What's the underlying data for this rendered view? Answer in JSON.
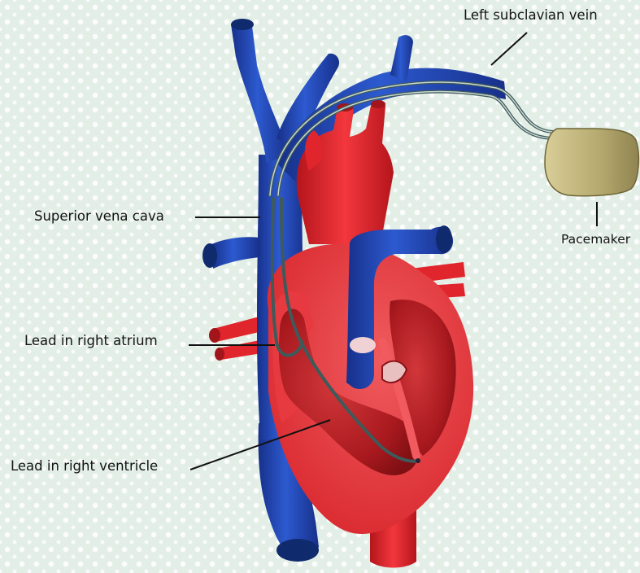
{
  "labels": {
    "left_subclavian_vein": "Left subclavian vein",
    "superior_vena_cava": "Superior vena cava",
    "pacemaker": "Pacemaker",
    "lead_right_atrium": "Lead in right atrium",
    "lead_right_ventricle": "Lead in right ventricle"
  },
  "colors": {
    "vein_blue": "#1f49b5",
    "artery_red": "#e32128",
    "heart_inner": "#c0262a",
    "lead_wire": "#3e5a5a",
    "pacemaker_body": "#b8ab78",
    "background": "#e2eee6"
  }
}
